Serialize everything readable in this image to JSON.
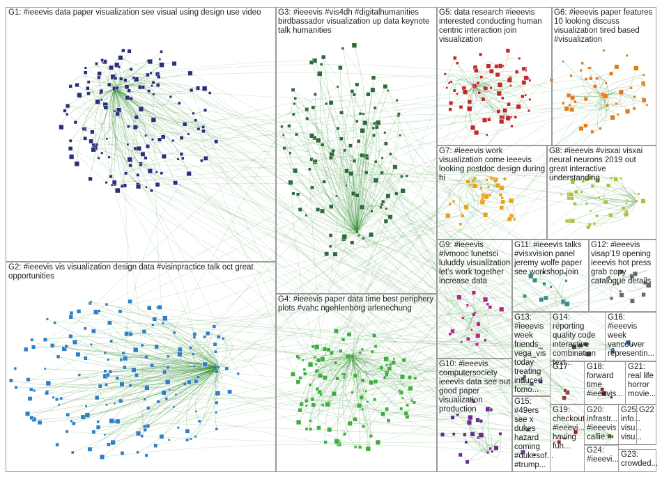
{
  "groups": [
    {
      "id": "g1",
      "label": "G1: #ieeevis data paper visualization see visual using design use video",
      "color": "#2a2f7a"
    },
    {
      "id": "g2",
      "label": "G2: #ieeevis vis visualization design data #visinpractice talk oct great opportunities",
      "color": "#2f7fc4"
    },
    {
      "id": "g3",
      "label": "G3: #ieeevis #vis4dh #digitalhumanities birdbassador visualization up data keynote talk humanities",
      "color": "#2f6a3a"
    },
    {
      "id": "g4",
      "label": "G4: #ieeevis paper data time best periphery plots #vahc ngehlenborg arlenechung",
      "color": "#3fae3f"
    },
    {
      "id": "g5",
      "label": "G5: data research #ieeevis interested conducting human centric interaction join visualization",
      "color": "#c4262a"
    },
    {
      "id": "g6",
      "label": "G6: #ieeevis paper features 10 looking discuss visualization tired based #visualization",
      "color": "#e37a1a"
    },
    {
      "id": "g7",
      "label": "G7: #ieeevis work visualization come ieeevis looking postdoc design during hi",
      "color": "#e8a21c"
    },
    {
      "id": "g8",
      "label": "G8: #ieeevis #visxai visxai neural neurons 2019 out great interactive understanding",
      "color": "#a9c23f"
    },
    {
      "id": "g9",
      "label": "G9: #ieeevis #ivmooc lunetsci luluddy visualization let's work together increase data",
      "color": "#b02a8a"
    },
    {
      "id": "g10",
      "label": "G10: #ieeevis computersociety ieeevis data see out good paper visualization production",
      "color": "#6a2a8a"
    },
    {
      "id": "g11",
      "label": "G11: #ieeevis talks #visxvision panel jeremy wolfe paper see workshop join",
      "color": "#3a8a8a"
    },
    {
      "id": "g12",
      "label": "G12: #ieeevis visap'19 opening ieeevis hot press grab copy catalogue details",
      "color": "#6a6a6a"
    },
    {
      "id": "g13",
      "label": "G13: #ieeevis week friends_ vega_vis today treating induced fomo...",
      "color": "#4a6aa0"
    },
    {
      "id": "g14",
      "label": "G14: reporting quality code interactive combination text...",
      "color": "#4a4a4a"
    },
    {
      "id": "g15",
      "label": "G15: #49ers see x dukes hazard coming #dukesof... #trump...",
      "color": "#7a3a9a"
    },
    {
      "id": "g16",
      "label": "G16: #ieeevis week vancouver representin...",
      "color": "#3a5a9a"
    },
    {
      "id": "g17",
      "label": "G17",
      "color": "#8a3a3a"
    },
    {
      "id": "g18",
      "label": "G18: forward time #ieeevis...",
      "color": "#7a2a2a"
    },
    {
      "id": "g19",
      "label": "G19: checkout #ieeevi... having fun...",
      "color": "#b01a1a"
    },
    {
      "id": "g20",
      "label": "G20: infrastr... #ieeevis callie...",
      "color": "#4a6a3a"
    },
    {
      "id": "g21",
      "label": "G21: real life horror movie...",
      "color": "#6a4a2a"
    },
    {
      "id": "g22",
      "label": "G22",
      "color": "#4a4a6a"
    },
    {
      "id": "g23",
      "label": "G23: crowded...",
      "color": "#4a4a4a"
    },
    {
      "id": "g24",
      "label": "G24: #ieeevi...",
      "color": "#4a4a4a"
    },
    {
      "id": "g25",
      "label": "G25: info... visu... visu...",
      "color": "#4a4a4a"
    }
  ],
  "edge_color": "#2e8b2e"
}
